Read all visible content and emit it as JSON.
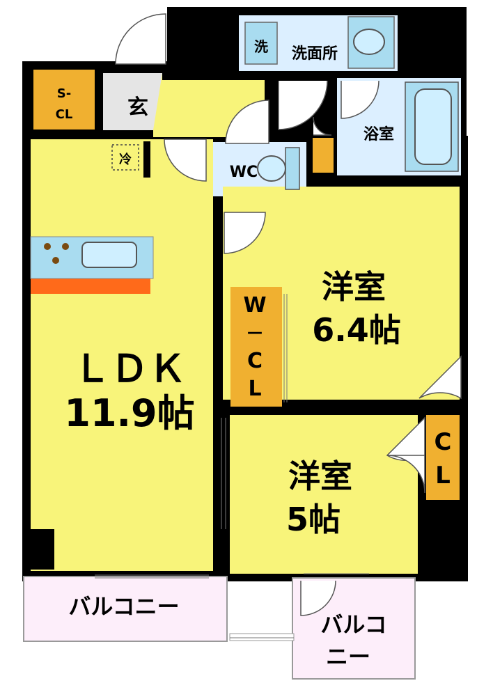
{
  "rooms": {
    "washroom": "洗面所",
    "washer": "洗",
    "bath": "浴室",
    "entrance": "玄",
    "sc_closet": {
      "l1": "S-",
      "l2": "CL"
    },
    "fridge": "冷",
    "wc": "WC",
    "ldk": {
      "name": "ＬＤＫ",
      "size": "11.9帖"
    },
    "western_a": {
      "name": "洋室",
      "size": "6.4帖"
    },
    "walkin_closet": {
      "l1": "W",
      "l2": "－",
      "l3": "C",
      "l4": "L"
    },
    "closet": {
      "l1": "C",
      "l2": "L"
    },
    "western_b": {
      "name": "洋室",
      "size": "5帖"
    },
    "balcony_left": "バルコニー",
    "balcony_right": {
      "l1": "バルコ",
      "l2": "ニー"
    }
  },
  "colors": {
    "room_yellow": "#f8f47a",
    "wet_area_blue": "#dcefff",
    "fixture_blue": "#a9dcf0",
    "closet_orange": "#f0b030",
    "balcony_pink": "#fdeefa",
    "counter_orange": "#ff6a1a",
    "wall": "#000000"
  }
}
